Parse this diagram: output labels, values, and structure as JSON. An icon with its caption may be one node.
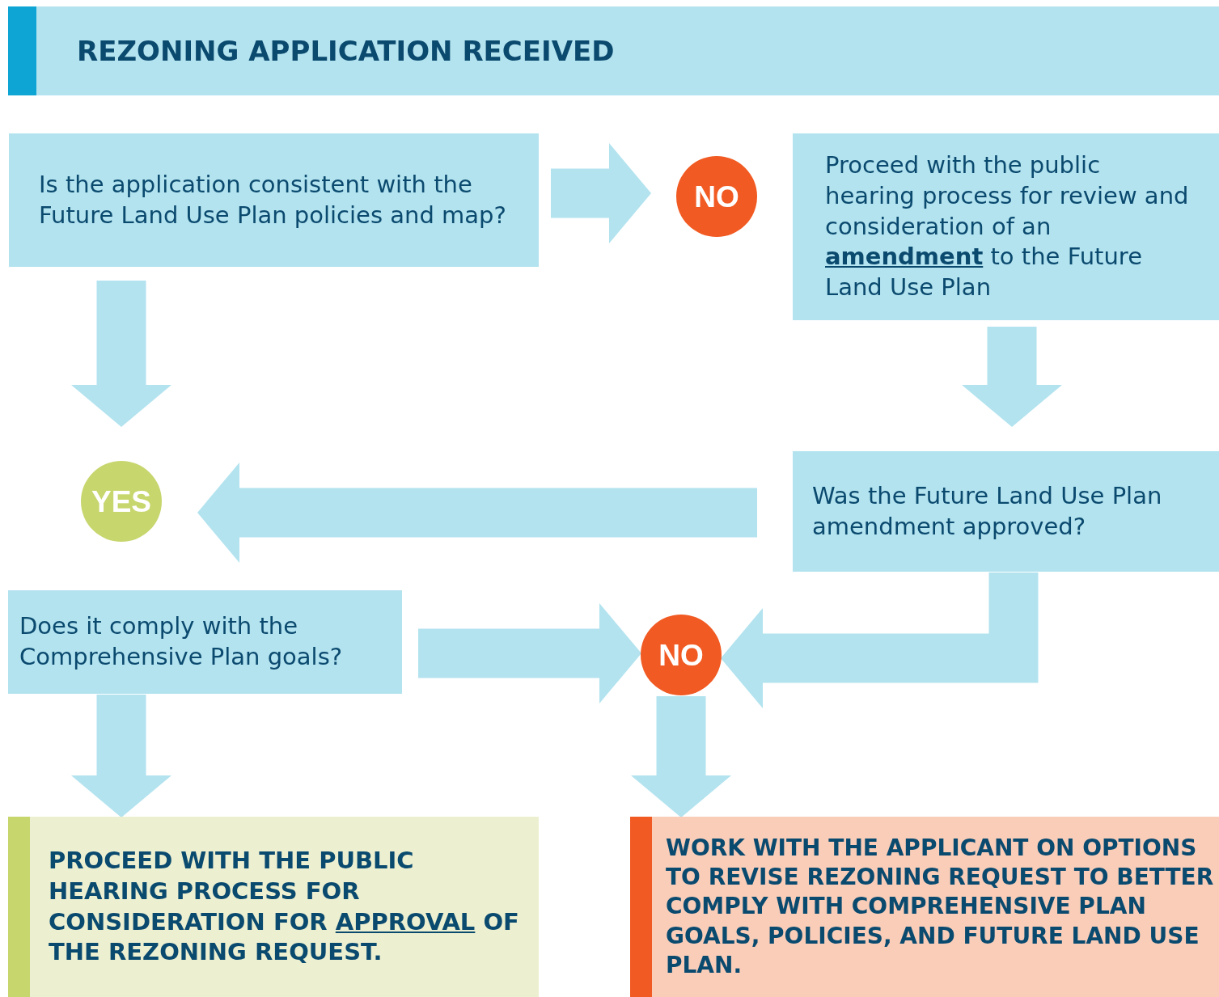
{
  "diagram": {
    "nodes": [
      {
        "text": [
          "REZONING APPLICATION RECEIVED"
        ]
      },
      {
        "text": [
          "Is the application consistent with the Future Land Use Plan policies and map?"
        ]
      },
      {
        "text": [
          "NO"
        ]
      },
      {
        "text": [
          "Proceed with the public hearing process for review and consideration of an **amendment** to the Future Land Use Plan"
        ]
      },
      {
        "text": [
          "YES"
        ]
      },
      {
        "text": [
          "Was the Future Land Use Plan amendment approved?"
        ]
      },
      {
        "text": [
          "Does it comply with the Comprehensive Plan goals?"
        ]
      },
      {
        "text": [
          "NO"
        ]
      },
      {
        "text": [
          "PROCEED WITH THE PUBLIC HEARING PROCESS FOR CONSIDERATION FOR **APPROVAL** OF THE REZONING REQUEST."
        ]
      },
      {
        "text": [
          "WORK WITH THE APPLICANT ON OPTIONS TO REVISE REZONING REQUEST TO BETTER COMPLY WITH COMPREHENSIVE PLAN GOALS, POLICIES, AND FUTURE LAND USE PLAN."
        ]
      }
    ],
    "edges": [
      {
        "from": 1,
        "to": 2,
        "arrow": "to"
      },
      {
        "from": 1,
        "to": 4,
        "arrow": "to"
      },
      {
        "from": 3,
        "to": 5,
        "arrow": "to"
      },
      {
        "from": 5,
        "to": 4,
        "arrow": "to"
      },
      {
        "from": 6,
        "to": 7,
        "arrow": "to"
      },
      {
        "from": 5,
        "to": 7,
        "arrow": "to"
      },
      {
        "from": 6,
        "to": 8,
        "arrow": "to"
      },
      {
        "from": 7,
        "to": 9,
        "arrow": "to"
      }
    ]
  }
}
